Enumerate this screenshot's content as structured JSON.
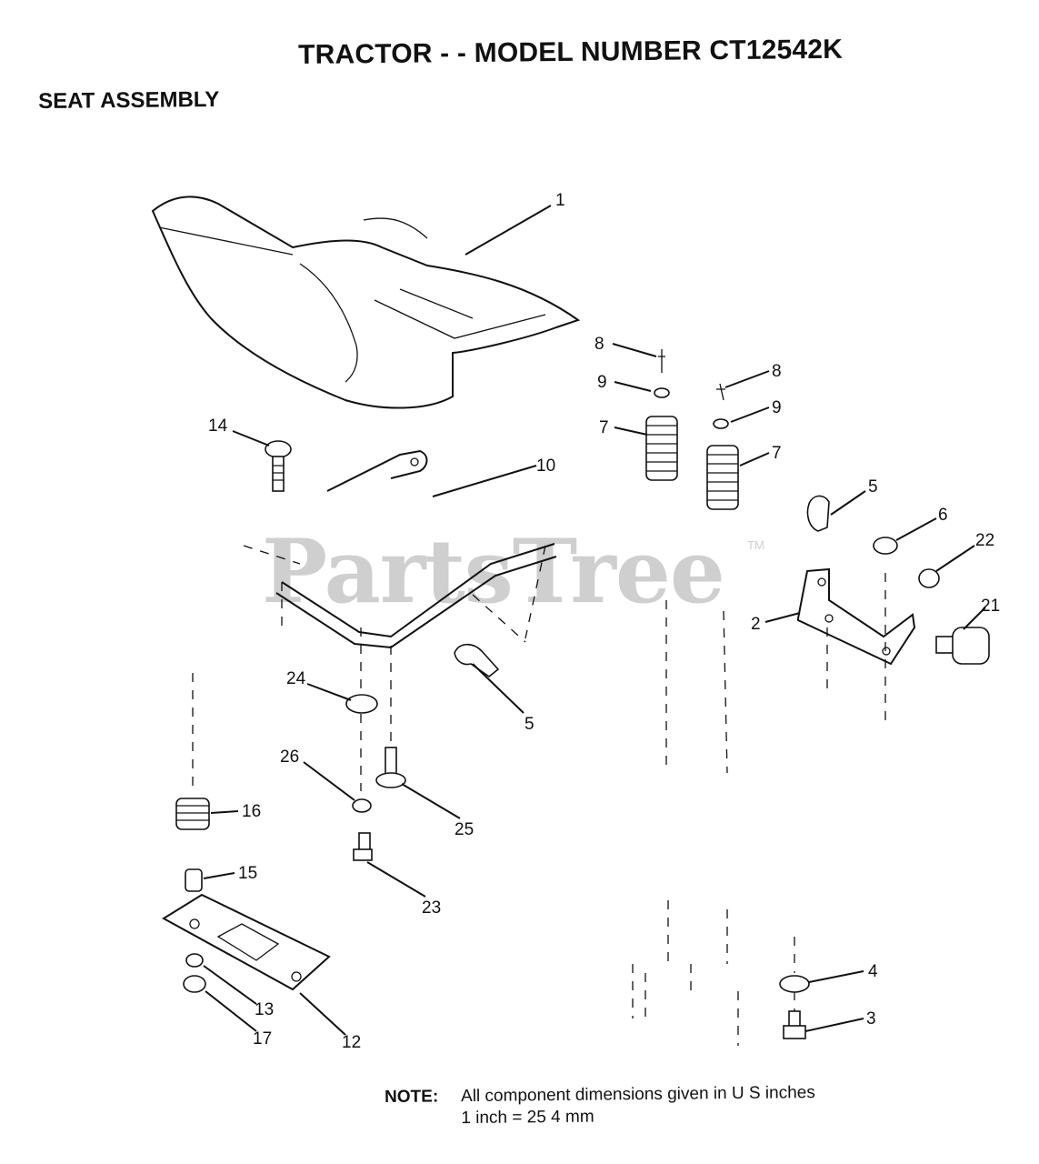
{
  "title": "TRACTOR - - MODEL NUMBER CT12542K",
  "subtitle": "SEAT ASSEMBLY",
  "watermark": {
    "text": "PartsTree",
    "tm": "TM"
  },
  "note": {
    "label": "NOTE:",
    "line1": "All component dimensions given in U S  inches",
    "line2": "1 inch = 25 4 mm"
  },
  "callouts": {
    "p1": "1",
    "p2": "2",
    "p3": "3",
    "p4": "4",
    "p5a": "5",
    "p5b": "5",
    "p6": "6",
    "p7a": "7",
    "p7b": "7",
    "p8a": "8",
    "p8b": "8",
    "p9a": "9",
    "p9b": "9",
    "p10": "10",
    "p12": "12",
    "p13": "13",
    "p14": "14",
    "p15": "15",
    "p16": "16",
    "p17": "17",
    "p21": "21",
    "p22": "22",
    "p23": "23",
    "p24": "24",
    "p25": "25",
    "p26": "26"
  }
}
